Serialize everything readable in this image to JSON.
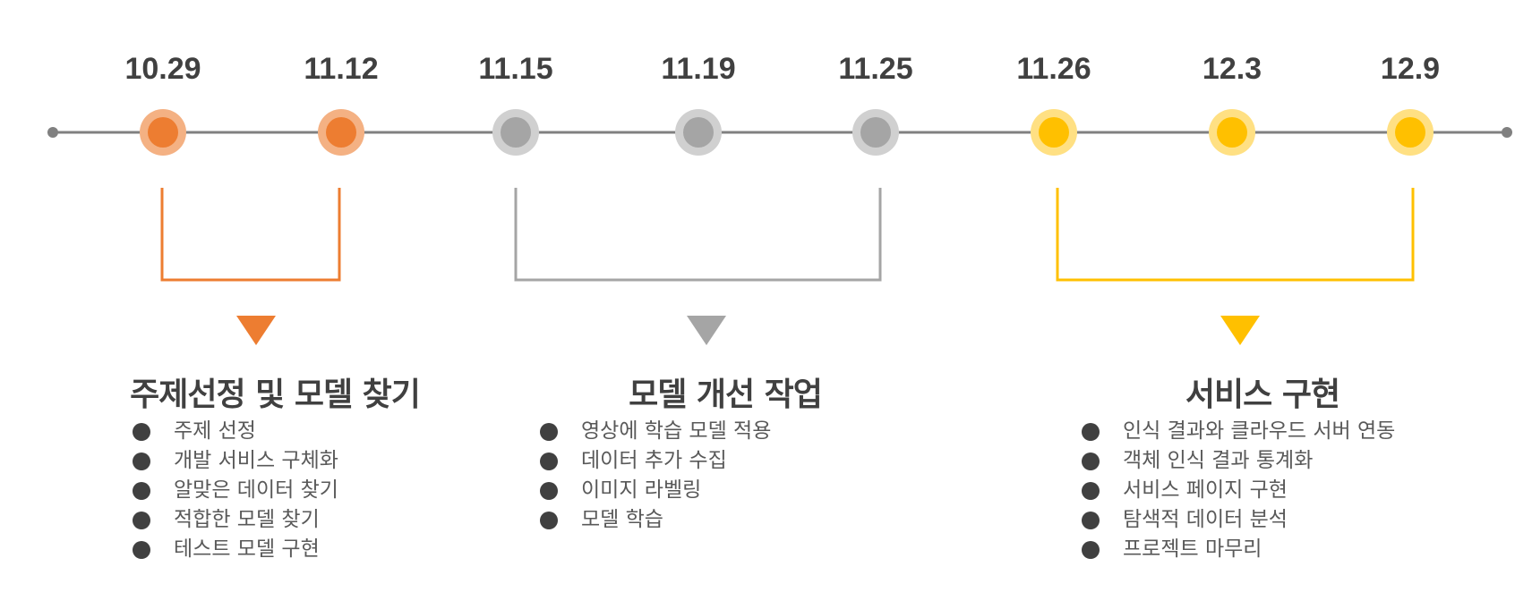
{
  "timeline": {
    "line_color": "#808080",
    "milestones": [
      {
        "date": "10.29",
        "group": 0
      },
      {
        "date": "11.12",
        "group": 0
      },
      {
        "date": "11.15",
        "group": 1
      },
      {
        "date": "11.19",
        "group": 1
      },
      {
        "date": "11.25",
        "group": 1
      },
      {
        "date": "11.26",
        "group": 2
      },
      {
        "date": "12.3",
        "group": 2
      },
      {
        "date": "12.9",
        "group": 2
      }
    ]
  },
  "phases": [
    {
      "title": "주제선정 및 모델 찾기",
      "color": "#ED7D31",
      "halo_color": "#F4B183",
      "items": [
        "주제 선정",
        "개발 서비스 구체화",
        "알맞은 데이터 찾기",
        "적합한 모델 찾기",
        "테스트 모델 구현"
      ]
    },
    {
      "title": "모델 개선 작업",
      "color": "#A5A5A5",
      "halo_color": "#D0D0D0",
      "items": [
        "영상에 학습 모델 적용",
        "데이터 추가 수집",
        "이미지 라벨링",
        "모델 학습"
      ]
    },
    {
      "title": "서비스 구현",
      "color": "#FFC000",
      "halo_color": "#FFE083",
      "items": [
        "인식 결과와 클라우드 서버 연동",
        "객체 인식 결과 통계화",
        "서비스 페이지 구현",
        "탐색적 데이터 분석",
        "프로젝트 마무리"
      ]
    }
  ]
}
